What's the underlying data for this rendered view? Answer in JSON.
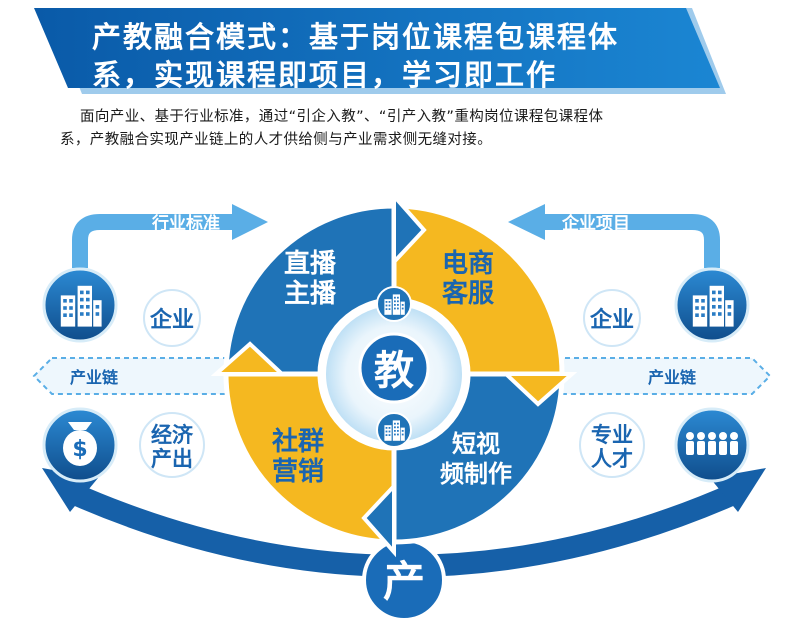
{
  "header": {
    "title_line1": "产教融合模式：基于岗位课程包课程体",
    "title_line2": "系，实现课程即项目，学习即工作"
  },
  "intro": {
    "line1": "面向产业、基于行业标准，通过“引企入教”、“引产入教”重构岗位课程包课程体",
    "line2": "系，产教融合实现产业链上的人才供给侧与产业需求侧无缝对接。"
  },
  "diagram": {
    "left_arrow_label": "行业标准",
    "right_arrow_label": "企业项目",
    "chain_left": "产业链",
    "chain_right": "产业链",
    "left_enterprise": "企业",
    "right_enterprise": "企业",
    "left_output_l1": "经济",
    "left_output_l2": "产出",
    "right_talent_l1": "专业",
    "right_talent_l2": "人才",
    "center": "教",
    "bottom": "产",
    "segments": {
      "top_left_l1": "直播",
      "top_left_l2": "主播",
      "top_right_l1": "电商",
      "top_right_l2": "客服",
      "bottom_left_l1": "社群",
      "bottom_left_l2": "营销",
      "bottom_right_l1": "短视",
      "bottom_right_l2": "频制作"
    },
    "icons": [
      "building-icon",
      "money-bag-icon",
      "people-icon"
    ],
    "colors": {
      "blue": "#1f73b7",
      "dark_blue": "#0f4d8c",
      "yellow": "#f5b820",
      "light_blue": "#5aaee6",
      "pale_blue": "#d7ecf8"
    }
  }
}
